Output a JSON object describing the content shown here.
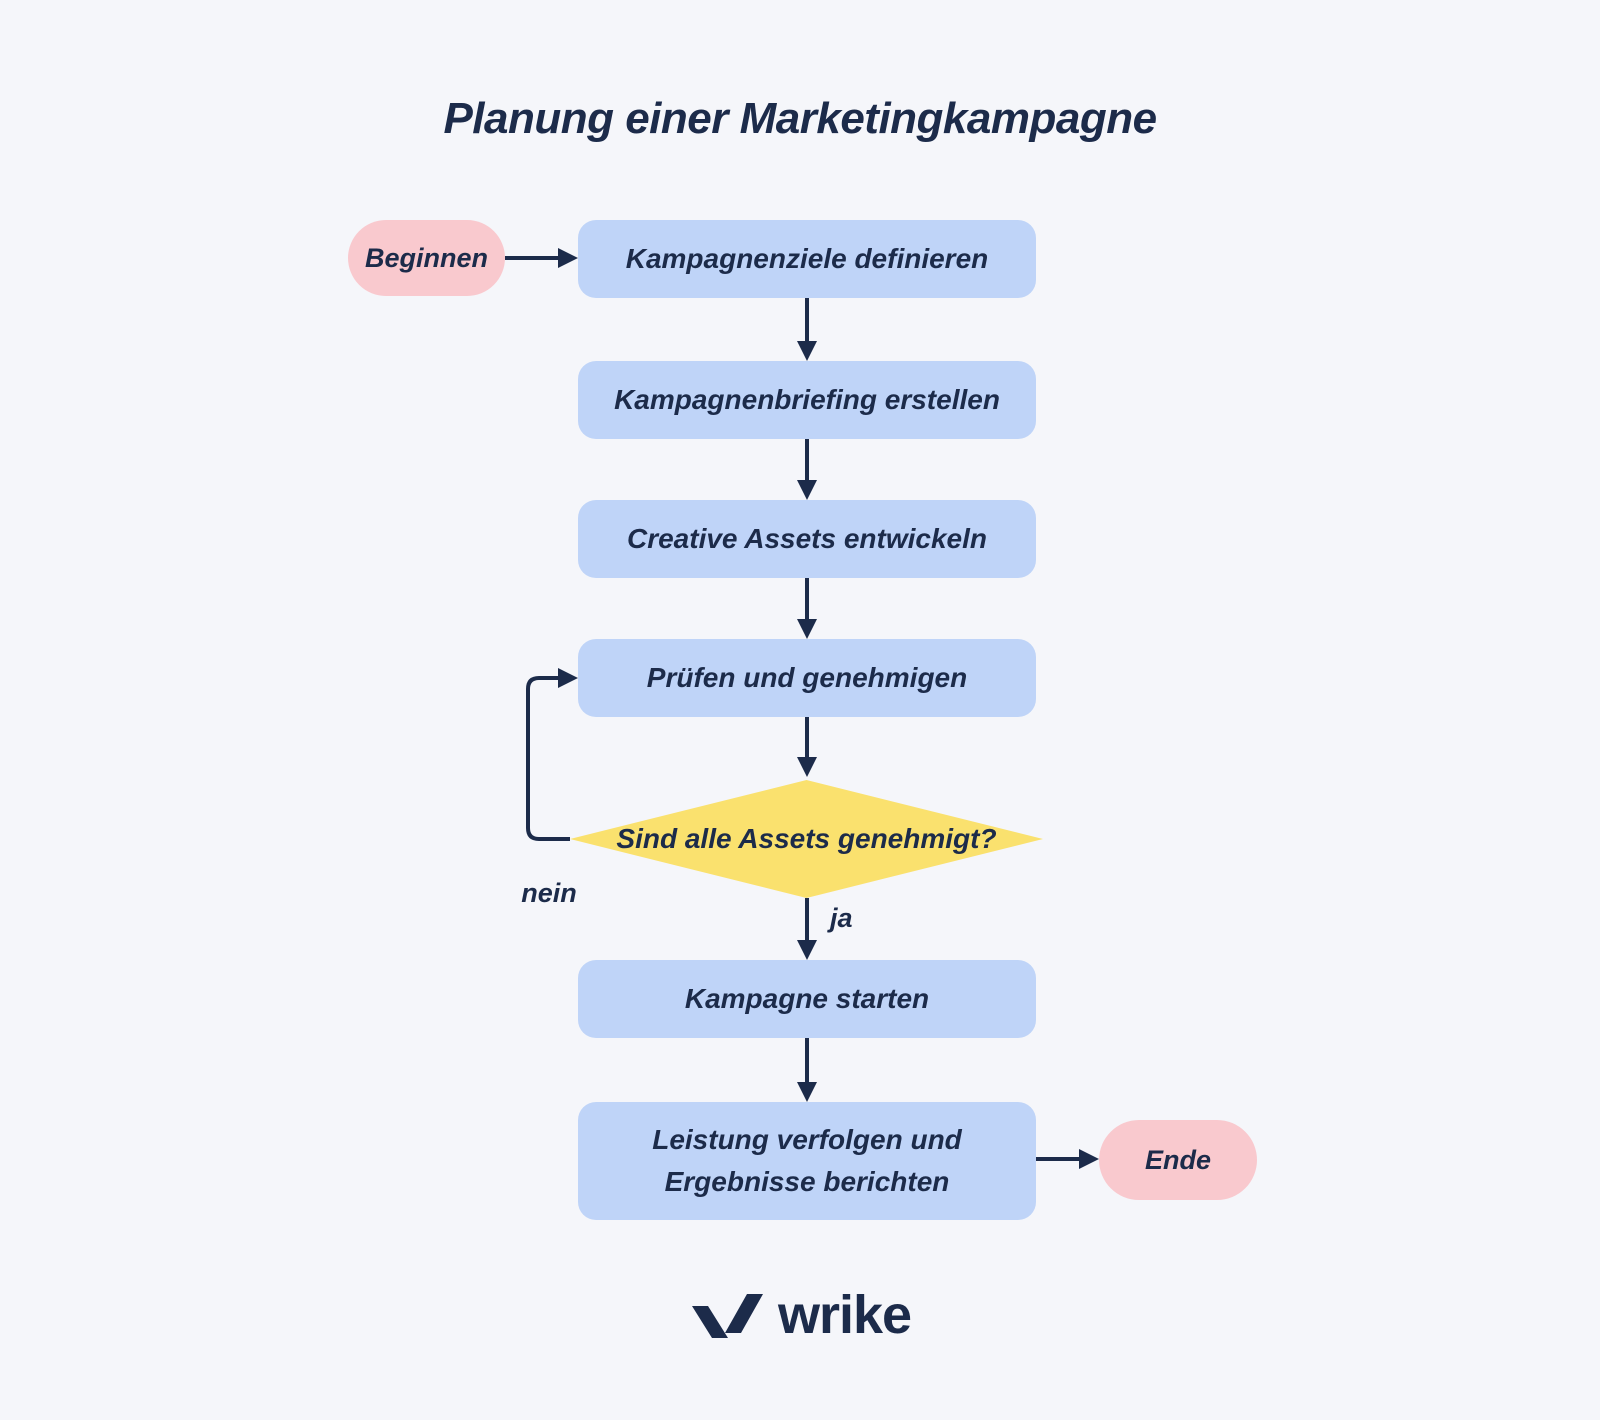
{
  "title": "Planung einer Marketingkampagne",
  "colors": {
    "navy": "#1C2B4A",
    "blue": "#BFD4F8",
    "pink": "#F9C9CE",
    "yellow": "#FAE16E",
    "bg": "#F5F6FA"
  },
  "flow": {
    "start": {
      "label": "Beginnen"
    },
    "steps": [
      {
        "label": "Kampagnenziele definieren"
      },
      {
        "label": "Kampagnenbriefing erstellen"
      },
      {
        "label": "Creative Assets entwickeln"
      },
      {
        "label": "Prüfen und genehmigen"
      },
      {
        "label": "Kampagne starten"
      },
      {
        "line1": "Leistung verfolgen und",
        "line2": "Ergebnisse berichten"
      }
    ],
    "decision": {
      "label": "Sind alle Assets genehmigt?",
      "no_label": "nein",
      "yes_label": "ja"
    },
    "end": {
      "label": "Ende"
    }
  },
  "footer": {
    "brand": "wrike"
  }
}
